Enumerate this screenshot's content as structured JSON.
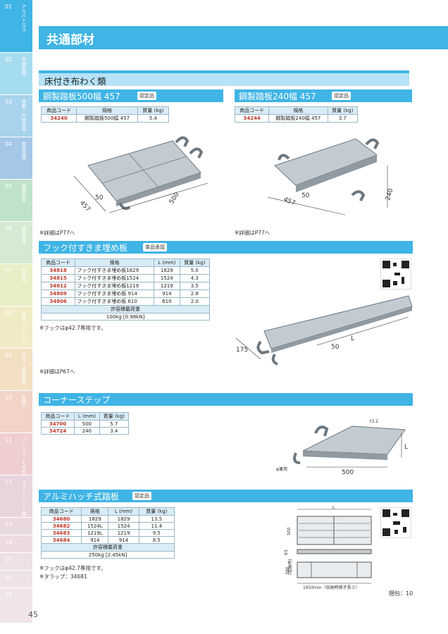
{
  "page_number": "45",
  "header_title": "共通部材",
  "category_title": "床付き布わく類",
  "tabs": [
    {
      "num": "01",
      "label": "アルバトロス",
      "color": "#3fb4e5"
    },
    {
      "num": "02",
      "label": "枠組足場",
      "color": "#a6dcef"
    },
    {
      "num": "03",
      "label": "移動・内装足場",
      "color": "#a7d3ec"
    },
    {
      "num": "04",
      "label": "単管足場",
      "color": "#a5c7e8"
    },
    {
      "num": "05",
      "label": "朝顔足場",
      "color": "#bfe2c9"
    },
    {
      "num": "06",
      "label": "鉄骨足場",
      "color": "#d5ead2"
    },
    {
      "num": "07",
      "label": "吊足場",
      "color": "#e6efc6"
    },
    {
      "num": "08",
      "label": "支保工・ビーム",
      "color": "#f1ebc5"
    },
    {
      "num": "09",
      "label": "吊り・橋梁足場",
      "color": "#f3dfc2"
    },
    {
      "num": "10",
      "label": "仮囲い",
      "color": "#f1d3c8"
    },
    {
      "num": "11",
      "label": "パレット・その他機材",
      "color": "#efcecf"
    },
    {
      "num": "12",
      "label": "ネット・シート類",
      "color": "#e8d4dc"
    },
    {
      "num": "13",
      "label": "",
      "color": "#ead8df"
    },
    {
      "num": "14",
      "label": "",
      "color": "#ecdbe1"
    },
    {
      "num": "15",
      "label": "",
      "color": "#eee0e4"
    },
    {
      "num": "16",
      "label": "",
      "color": "#efe2e6"
    },
    {
      "num": "18",
      "label": "",
      "color": "#f0e4e8"
    }
  ],
  "sections": {
    "plank500": {
      "title": "鋼製踏板500幅 457",
      "badge": "認定品",
      "headers": [
        "商品コード",
        "規格",
        "質量 (kg)"
      ],
      "rows": [
        [
          "34240",
          "鋼製踏板500幅 457",
          "5.4"
        ]
      ],
      "dims": {
        "d1": "457",
        "d2": "50",
        "d3": "500"
      },
      "note": "※詳細はP77へ"
    },
    "plank240": {
      "title": "鋼製踏板240幅 457",
      "badge": "認定品",
      "headers": [
        "商品コード",
        "規格",
        "質量 (kg)"
      ],
      "rows": [
        [
          "34244",
          "鋼製踏板240幅 457",
          "3.7"
        ]
      ],
      "dims": {
        "d1": "50",
        "d2": "457",
        "d3": "240"
      },
      "note": "※詳細はP77へ"
    },
    "hook": {
      "title": "フック付すきま埋め板",
      "badge": "単品承認",
      "headers": [
        "商品コード",
        "規格",
        "L (mm)",
        "質量 (kg)"
      ],
      "rows": [
        [
          "34818",
          "フック付すきま埋め板1829",
          "1829",
          "5.0"
        ],
        [
          "34815",
          "フック付すきま埋め板1524",
          "1524",
          "4.3"
        ],
        [
          "34812",
          "フック付すきま埋め板1219",
          "1219",
          "3.5"
        ],
        [
          "34809",
          "フック付すきま埋め板 914",
          "914",
          "2.8"
        ],
        [
          "34806",
          "フック付すきま埋め板 610",
          "610",
          "2.0"
        ]
      ],
      "load_label": "許容積載荷重",
      "load_value": "100kg [0.98kN]",
      "note1": "※フックはφ42.7専用です。",
      "note2": "※詳細はP67へ",
      "dims": {
        "d1": "175",
        "d2": "50",
        "d3": "L"
      }
    },
    "corner": {
      "title": "コーナーステップ",
      "headers": [
        "商品コード",
        "L (mm)",
        "質量 (kg)"
      ],
      "rows": [
        [
          "34700",
          "500",
          "5.7"
        ],
        [
          "34724",
          "240",
          "3.4"
        ]
      ],
      "dims": {
        "d1": "t3.2",
        "d2": "L",
        "d3": "500",
        "d4": "φ兼用"
      }
    },
    "hatch": {
      "title": "アルミハッチ式踏板",
      "badge": "認定品",
      "headers": [
        "商品コード",
        "規格",
        "L (mm)",
        "質量 (kg)"
      ],
      "rows": [
        [
          "34680",
          "1829",
          "1829",
          "13.5"
        ],
        [
          "34682",
          "1524L",
          "1524",
          "11.4"
        ],
        [
          "34683",
          "1219L",
          "1219",
          "9.5"
        ],
        [
          "34684",
          "914",
          "914",
          "8.5"
        ]
      ],
      "load_label": "許容積載荷重",
      "load_value": "250kg [2.45kN]",
      "note1": "※フックはφ42.7専用です。",
      "note2": "※タラップ：34681",
      "dims": {
        "d1": "L",
        "d2": "500",
        "d3": "83",
        "d4": "390",
        "d5": "(収納時)",
        "d6": "1650min（収納時梯子長さ）"
      },
      "packing": "梱包：10"
    }
  }
}
